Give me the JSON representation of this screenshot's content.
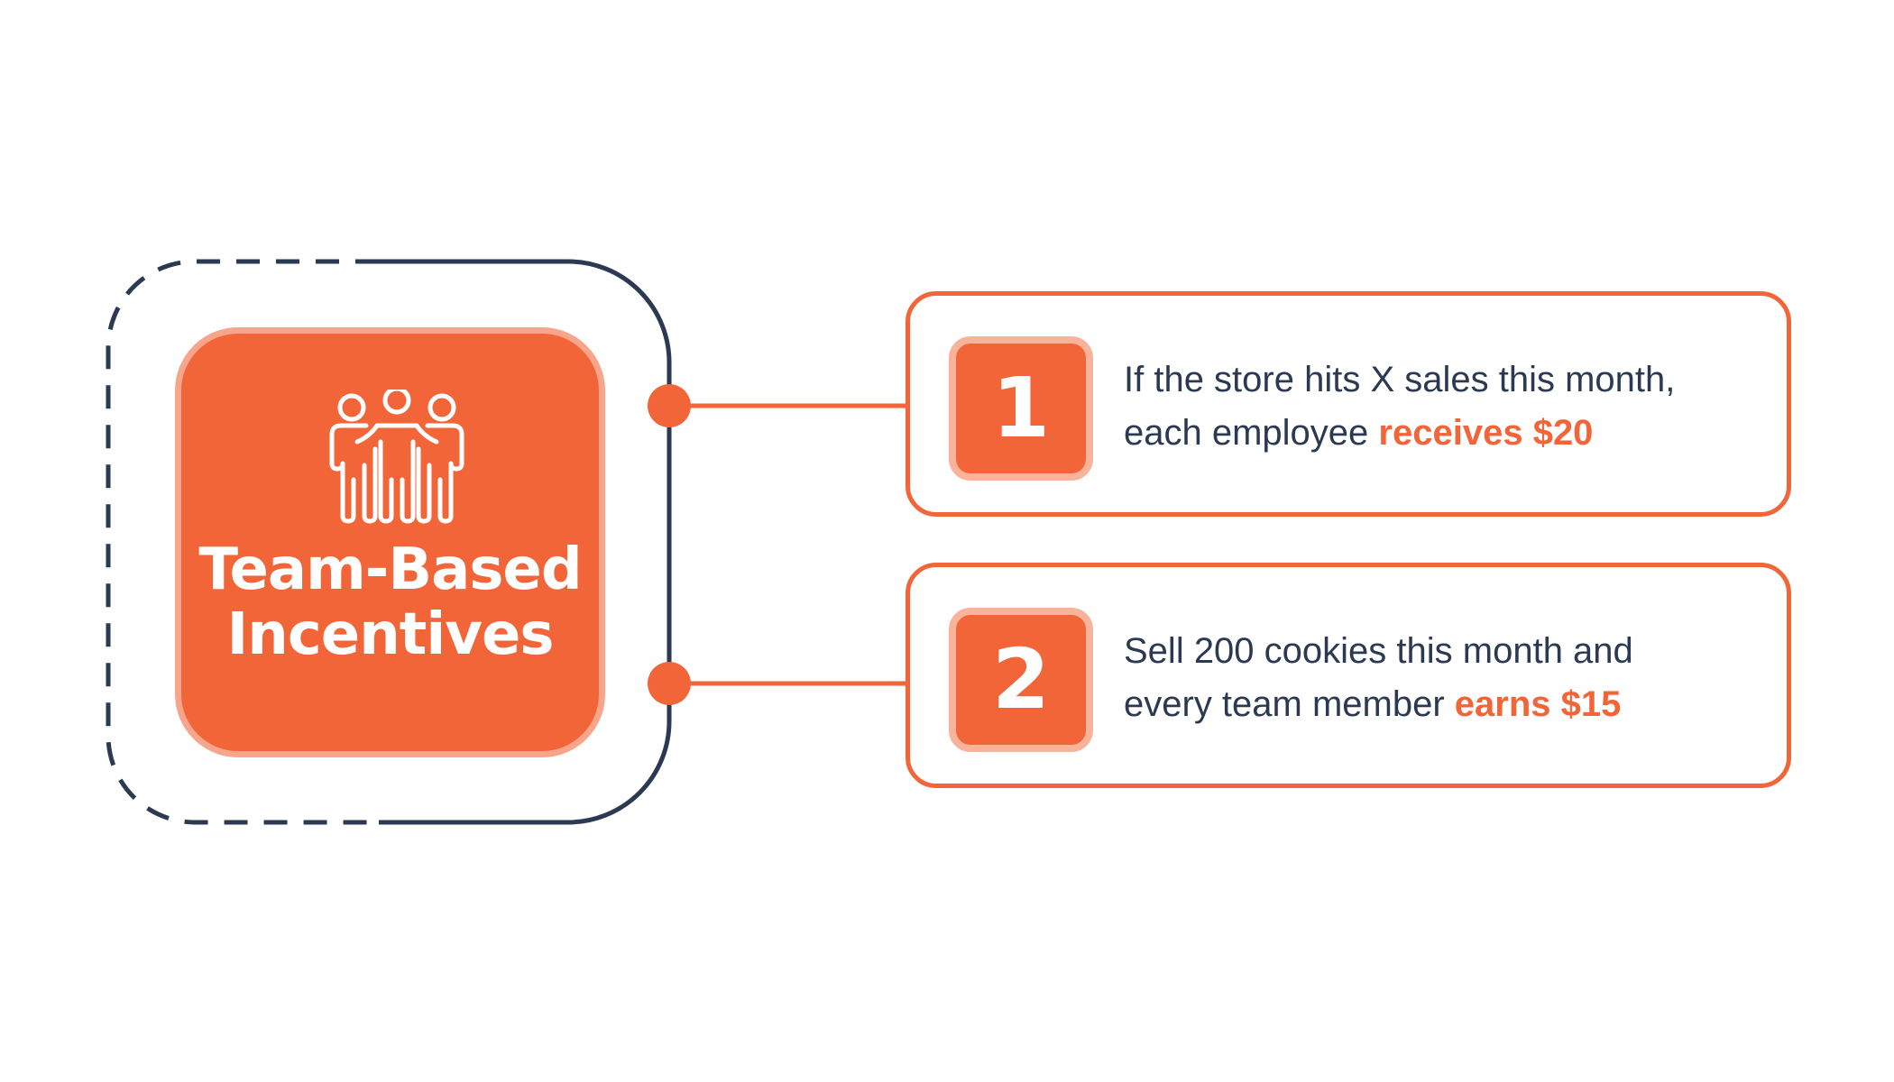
{
  "hub": {
    "title_line1": "Team-Based",
    "title_line2": "Incentives",
    "icon": "team-group-icon"
  },
  "items": [
    {
      "number": "1",
      "text_line1": "If the store hits X sales this month,",
      "text_line2": "each employee",
      "highlight": "receives $20"
    },
    {
      "number": "2",
      "text_line1": "Sell 200 cookies this month and",
      "text_line2": "every team member",
      "highlight": "earns $15"
    }
  ],
  "colors": {
    "accent": "#f26539",
    "accent_light": "#f7a68b",
    "navy": "#2b3a52",
    "background": "#ffffff"
  }
}
